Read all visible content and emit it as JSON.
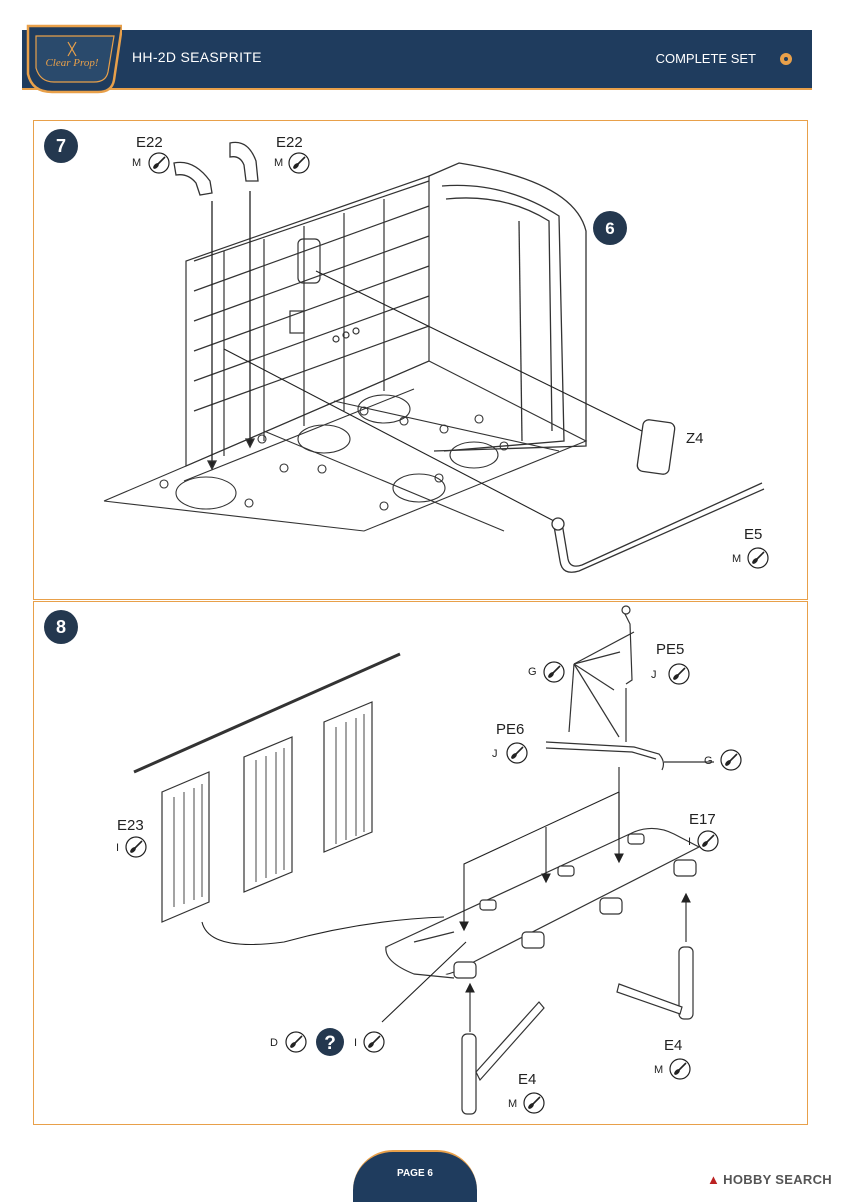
{
  "header": {
    "brand_logo_text": "Clear Prop!",
    "title": "HH-2D SEASPRITE",
    "set_label": "COMPLETE SET"
  },
  "steps": [
    {
      "number": "7",
      "sub_step": "6",
      "callouts": [
        {
          "part": "E22",
          "paint": "M"
        },
        {
          "part": "E22",
          "paint": "M"
        },
        {
          "part": "Z4",
          "paint": ""
        },
        {
          "part": "E5",
          "paint": "M"
        }
      ]
    },
    {
      "number": "8",
      "callouts": [
        {
          "part": "PE5",
          "paint": "J"
        },
        {
          "part": "PE6",
          "paint": "J"
        },
        {
          "part": "",
          "paint": "G"
        },
        {
          "part": "",
          "paint": "G"
        },
        {
          "part": "E23",
          "paint": "I"
        },
        {
          "part": "E17",
          "paint": "I"
        },
        {
          "part": "E4",
          "paint": "M"
        },
        {
          "part": "E4",
          "paint": "M"
        }
      ],
      "paint_row": {
        "left": "D",
        "unknown": "?",
        "right": "I"
      }
    }
  ],
  "footer": {
    "page_label": "PAGE 6",
    "watermark": "HOBBY SEARCH"
  },
  "colors": {
    "header_navy": "#1f3c5e",
    "accent_orange": "#e8a04a",
    "badge_dark": "#24384f"
  }
}
